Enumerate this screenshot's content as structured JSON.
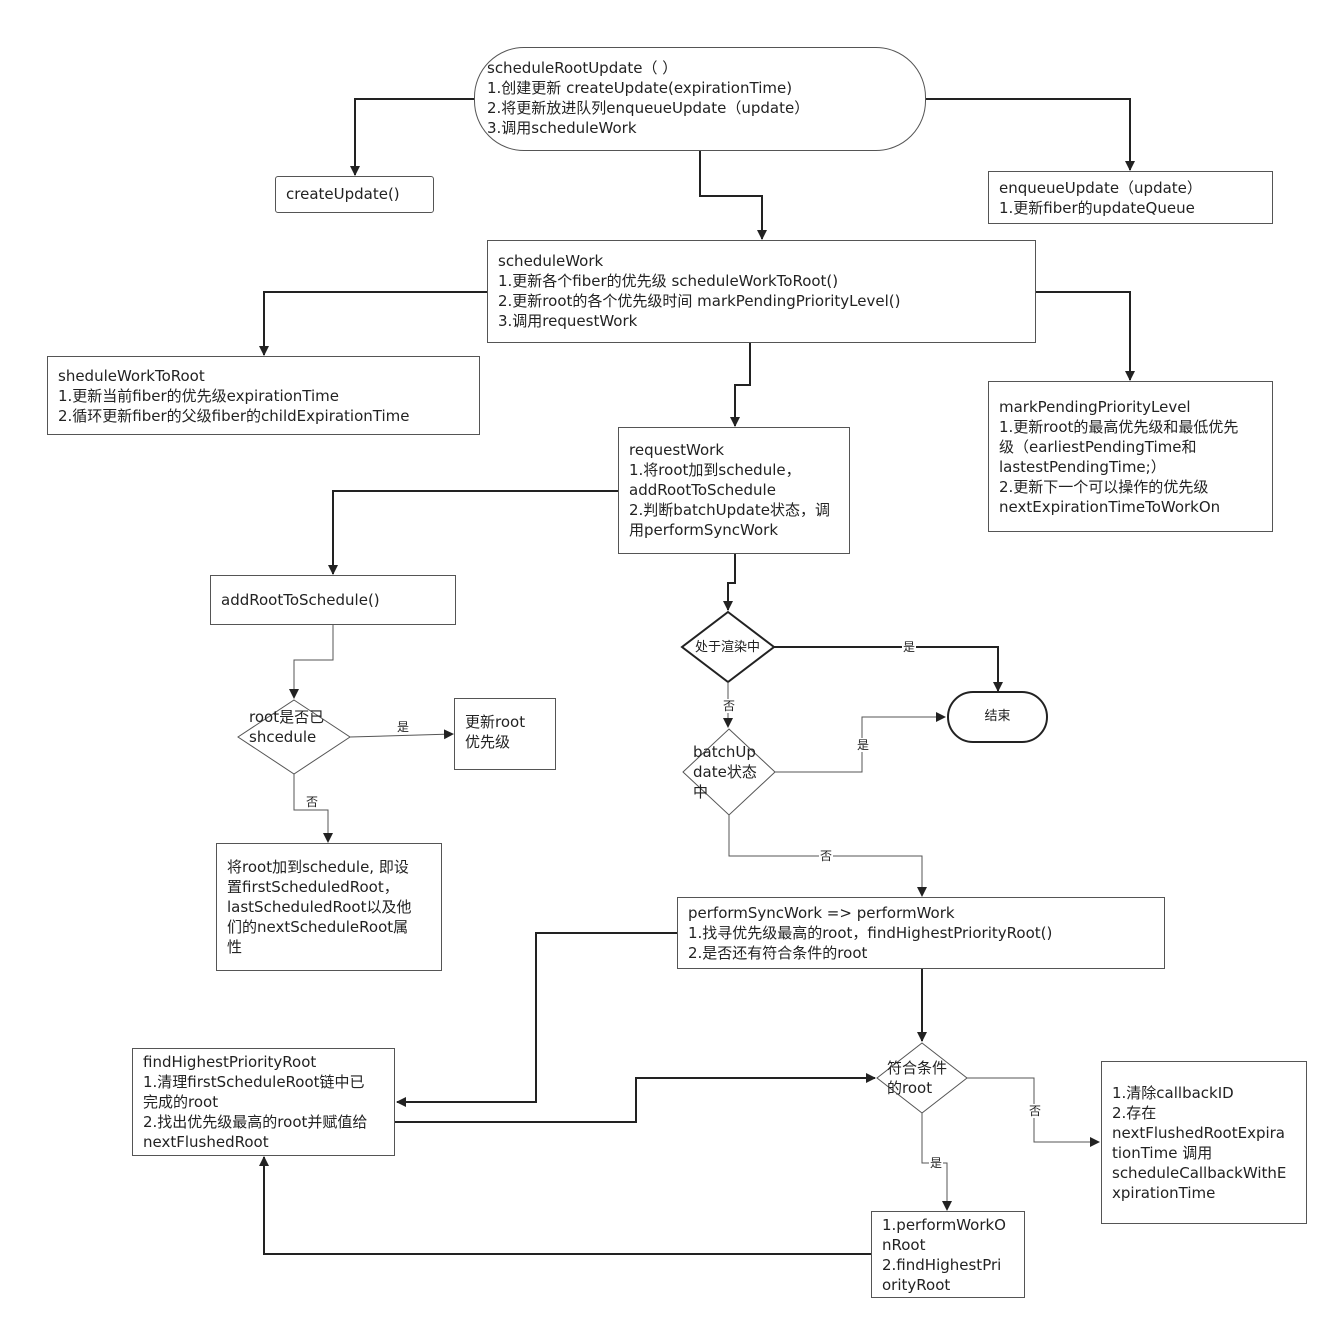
{
  "nodes": {
    "schedule_root_update": {
      "lines": [
        "scheduleRootUpdate（ ）",
        "1.创建更新 createUpdate(expirationTime)",
        "2.将更新放进队列enqueueUpdate（update）",
        "3.调用scheduleWork"
      ]
    },
    "create_update": {
      "lines": [
        "createUpdate()"
      ]
    },
    "enqueue_update": {
      "lines": [
        "enqueueUpdate（update）",
        "1.更新fiber的updateQueue"
      ]
    },
    "schedule_work": {
      "lines": [
        "scheduleWork",
        "1.更新各个fiber的优先级   scheduleWorkToRoot()",
        "2.更新root的各个优先级时间 markPendingPriorityLevel()",
        "3.调用requestWork"
      ]
    },
    "schedule_work_to_root": {
      "lines": [
        "sheduleWorkToRoot",
        "1.更新当前fiber的优先级expirationTime",
        "2.循环更新fiber的父级fiber的childExpirationTime"
      ]
    },
    "mark_pending_priority_level": {
      "lines": [
        "markPendingPriorityLevel",
        "1.更新root的最高优先级和最低优先",
        "级（earliestPendingTime和",
        "lastestPendingTime;）",
        "2.更新下一个可以操作的优先级",
        "nextExpirationTimeToWorkOn"
      ]
    },
    "request_work": {
      "lines": [
        "requestWork",
        "1.将root加到schedule，",
        "addRootToSchedule",
        "2.判断batchUpdate状态，调",
        "用performSyncWork"
      ]
    },
    "add_root_to_schedule": {
      "lines": [
        "addRootToSchedule()"
      ]
    },
    "update_root_priority": {
      "lines": [
        "更新root",
        "优先级"
      ]
    },
    "add_root_detail": {
      "lines": [
        "将root加到schedule, 即设",
        "置firstScheduledRoot，",
        "lastScheduledRoot以及他",
        "们的nextScheduleRoot属",
        "性"
      ]
    },
    "end": {
      "lines": [
        "结束"
      ]
    },
    "perform_sync_work": {
      "lines": [
        "performSyncWork => performWork",
        "1.找寻优先级最高的root，findHighestPriorityRoot()",
        "2.是否还有符合条件的root"
      ]
    },
    "find_highest_priority_root": {
      "lines": [
        "findHighestPriorityRoot",
        "1.清理firstScheduleRoot链中已",
        "完成的root",
        "2.找出优先级最高的root并赋值给",
        "nextFlushedRoot"
      ]
    },
    "clear_callback": {
      "lines": [
        "1.清除callbackID",
        "2.存在",
        "nextFlushedRootExpira",
        "tionTime 调用",
        "scheduleCallbackWithE",
        "xpirationTime"
      ]
    },
    "perform_work_on_root": {
      "lines": [
        "1.performWorkO",
        "nRoot",
        "2.findHighestPri",
        "orityRoot"
      ]
    }
  },
  "decisions": {
    "is_rendering": {
      "lines": [
        "处于渲染中"
      ]
    },
    "root_scheduled": {
      "lines": [
        "root是否已",
        "shcedule"
      ]
    },
    "batch_update": {
      "lines": [
        "batchUp",
        "date状态",
        "中"
      ]
    },
    "qualified_root": {
      "lines": [
        "符合条件",
        "的root"
      ]
    }
  },
  "edge_labels": {
    "yes_rendering": "是",
    "no_rendering": "否",
    "yes_batch": "是",
    "no_batch": "否",
    "yes_scheduled": "是",
    "no_scheduled": "否",
    "yes_qualified": "是",
    "no_qualified": "否"
  }
}
